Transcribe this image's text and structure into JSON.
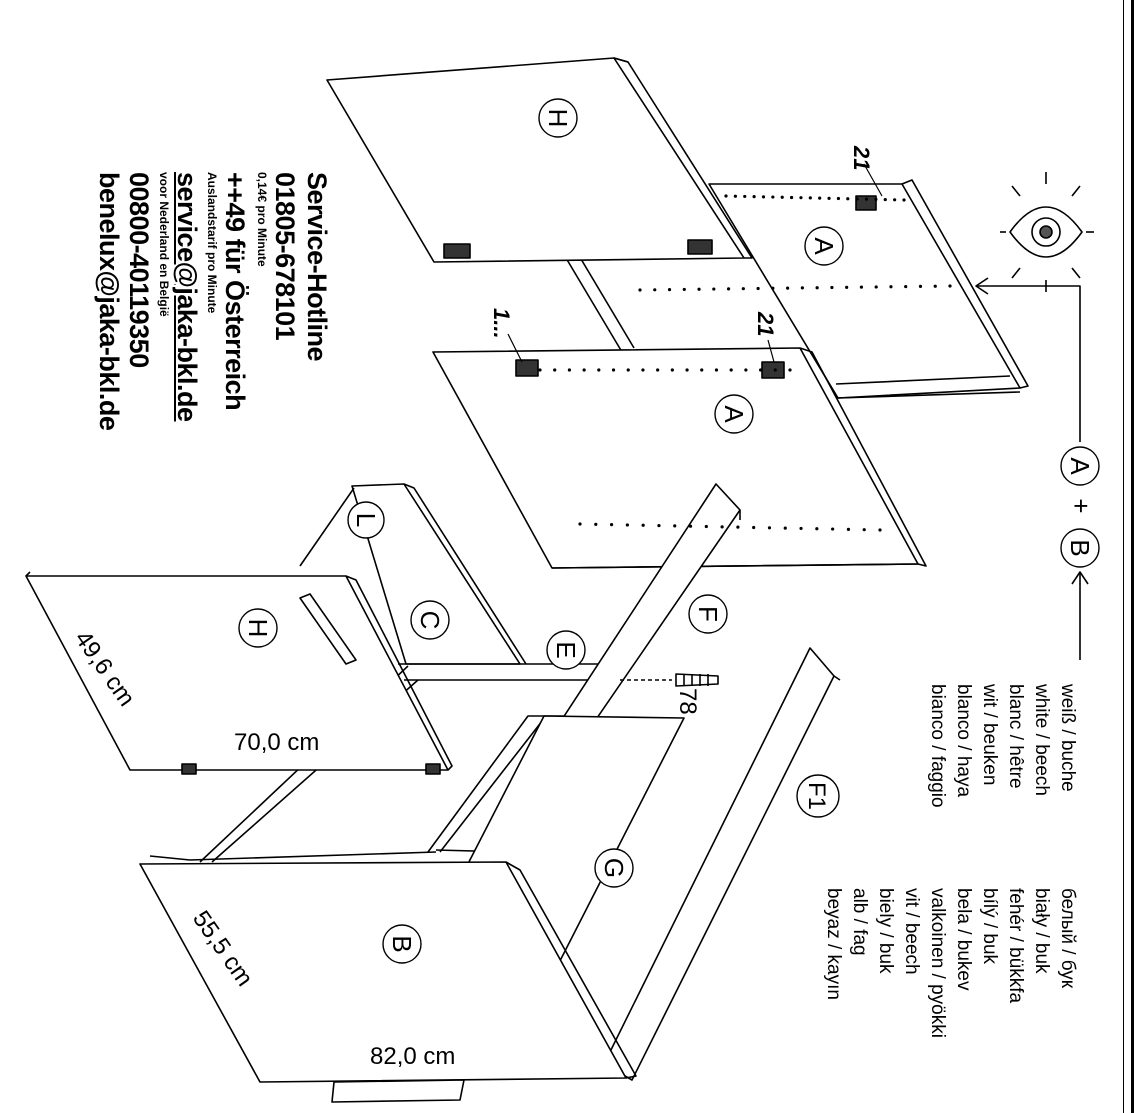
{
  "hotline": {
    "title": "Service-Hotline",
    "phone_de": "01805-678101",
    "price_de": "0,14€ pro Minute",
    "phone_at": "++49 für Österreich",
    "price_at": "Auslandstarif pro Minute",
    "email_de": "service@jaka-bkl.de",
    "benelux_note": "voor Nederland en België",
    "phone_benelux": "00800-40119350",
    "email_benelux": "benelux@jaka-bkl.de"
  },
  "colors_left": [
    "weiß / buche",
    "white / beech",
    "blanc / hêtre",
    "wit / beuken",
    "blanco / haya",
    "bianco / faggio"
  ],
  "colors_right": [
    "белый / бук",
    "biały / buk",
    "fehér / bükkfa",
    "bílý / buk",
    "bela / bukev",
    "valkoinen / pyökki",
    "vit / beech",
    "biely / buk",
    "alb / fag",
    "beyaz / kayın"
  ],
  "parts": {
    "A1": "A",
    "A2": "A",
    "A_top": "A",
    "B_top": "B",
    "plus": "+",
    "H1": "H",
    "H2": "H",
    "L": "L",
    "C": "C",
    "E": "E",
    "F": "F",
    "F1": "F1",
    "G": "G",
    "B": "B"
  },
  "fittings": {
    "n21a": "21",
    "n21b": "21",
    "n1": "1...",
    "n78": "78"
  },
  "dimensions": {
    "door_width": "49,6 cm",
    "door_height": "70,0 cm",
    "body_depth": "55,5 cm",
    "body_width": "82,0 cm"
  }
}
